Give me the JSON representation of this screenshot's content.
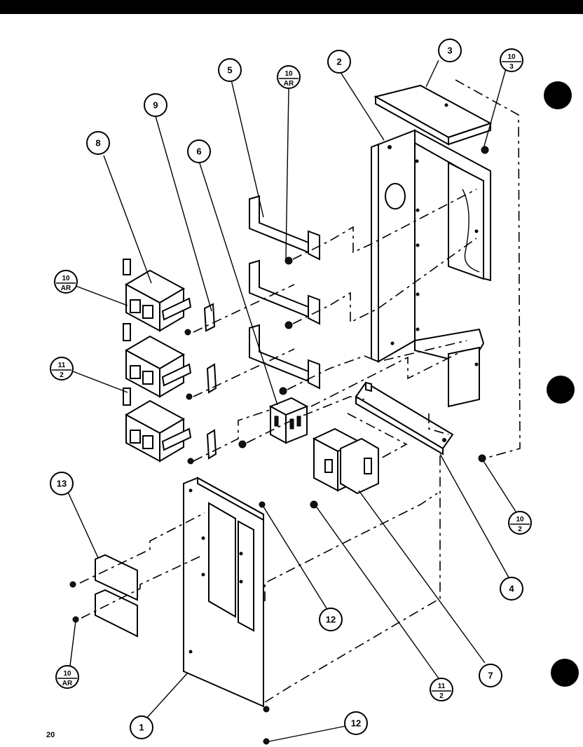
{
  "page_number": "20",
  "callouts": [
    {
      "id": "c1",
      "text": "1"
    },
    {
      "id": "c2",
      "text": "2"
    },
    {
      "id": "c3",
      "text": "3"
    },
    {
      "id": "c4",
      "text": "4"
    },
    {
      "id": "c5",
      "text": "5"
    },
    {
      "id": "c6",
      "text": "6"
    },
    {
      "id": "c7",
      "text": "7"
    },
    {
      "id": "c8",
      "text": "8"
    },
    {
      "id": "c9",
      "text": "9"
    },
    {
      "id": "c12a",
      "text": "12"
    },
    {
      "id": "c12b",
      "text": "12"
    },
    {
      "id": "c13",
      "text": "13"
    }
  ],
  "fraction_callouts": [
    {
      "id": "f10ar_top",
      "top": "10",
      "bottom": "AR"
    },
    {
      "id": "f10_3",
      "top": "10",
      "bottom": "3"
    },
    {
      "id": "f10ar_left",
      "top": "10",
      "bottom": "AR"
    },
    {
      "id": "f11_2_left",
      "top": "11",
      "bottom": "2"
    },
    {
      "id": "f10_2",
      "top": "10",
      "bottom": "2"
    },
    {
      "id": "f11_2_bottom",
      "top": "11",
      "bottom": "2"
    },
    {
      "id": "f10ar_bottom",
      "top": "10",
      "bottom": "AR"
    }
  ]
}
